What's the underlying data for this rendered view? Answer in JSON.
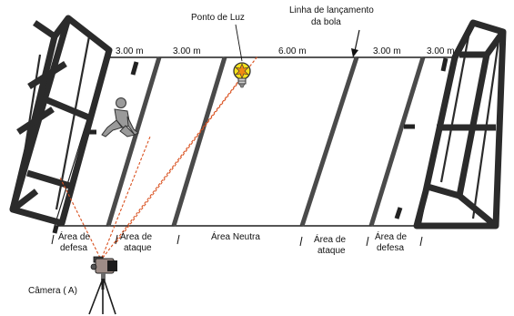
{
  "labels": {
    "light_point": "Ponto de Luz",
    "launch_line_1": "Linha de lançamento",
    "launch_line_2": "da bola",
    "camera": "Câmera ( A)"
  },
  "distances": [
    "3.00 m",
    "3.00 m",
    "6.00 m",
    "3.00 m",
    "3.00 m"
  ],
  "zones": {
    "defense_left_1": "Área de",
    "defense_left_2": "defesa",
    "attack_left_1": "Área de",
    "attack_left_2": "ataque",
    "neutral": "Área Neutra",
    "attack_right_1": "Área de",
    "attack_right_2": "ataque",
    "defense_right_1": "Área de",
    "defense_right_2": "defesa"
  },
  "colors": {
    "frame": "#2b2b2b",
    "stripe": "#4a4a4a",
    "ray": "#d9501e",
    "bulb": "#f6e21a"
  }
}
